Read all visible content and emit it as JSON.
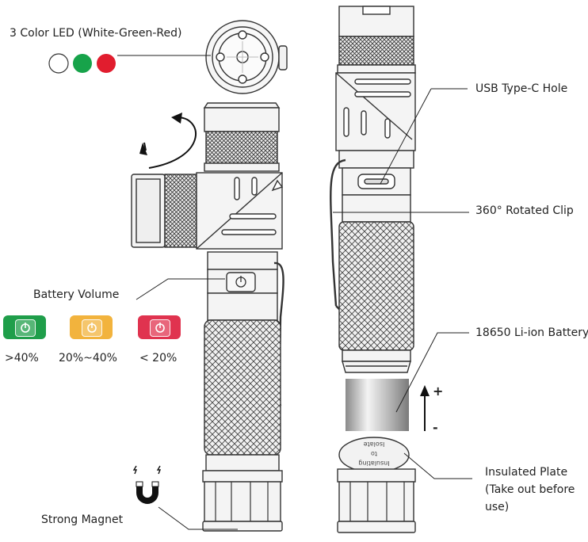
{
  "labels": {
    "color_led": "3 Color LED (White-Green-Red)",
    "battery_volume": "Battery Volume",
    "usb_hole": "USB Type-C Hole",
    "rotated_clip": "360° Rotated Clip",
    "battery": "18650 Li-ion Battery",
    "insulated_plate_line1": "Insulated Plate",
    "insulated_plate_line2": "(Take out before",
    "insulated_plate_line3": "use)",
    "strong_magnet": "Strong Magnet",
    "plus": "+",
    "minus": "-",
    "plate_text_1": "Insulating",
    "plate_text_2": "to",
    "plate_text_3": "Isolate"
  },
  "led_colors": [
    "#ffffff",
    "#17a34a",
    "#e11d2e"
  ],
  "battery_levels": [
    {
      "label": ">40%",
      "color": "#1f9e4a"
    },
    {
      "label": "20%~40%",
      "color": "#f2b33d"
    },
    {
      "label": "< 20%",
      "color": "#e0334f"
    }
  ],
  "icons": [
    "power-icon",
    "magnet-icon",
    "rotate-arrow-icon",
    "up-arrow-icon"
  ]
}
